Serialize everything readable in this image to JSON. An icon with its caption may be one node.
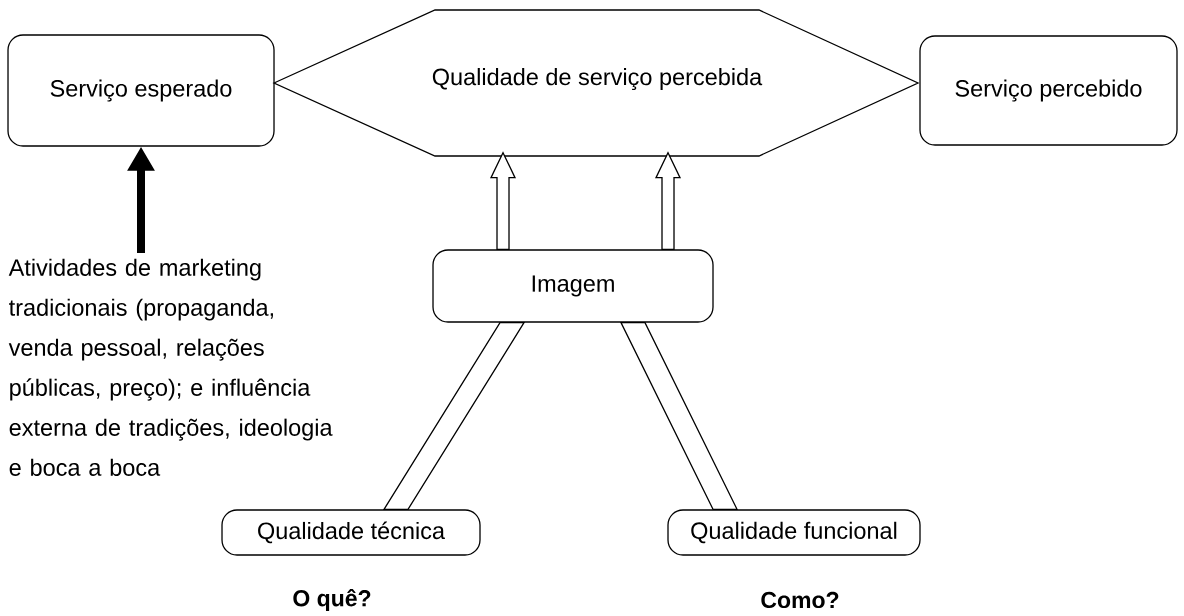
{
  "diagram": {
    "nodes": [
      {
        "text": [
          "Serviço esperado"
        ]
      },
      {
        "text": [
          "Qualidade de serviço percebida"
        ]
      },
      {
        "text": [
          "Serviço percebido"
        ]
      },
      {
        "text": [
          "Atividades de marketing tradicionais (propaganda, venda pessoal, relações públicas, preço); e influência externa de tradições, ideologia e boca a boca"
        ]
      },
      {
        "text": [
          "Imagem"
        ]
      },
      {
        "text": [
          "Qualidade técnica"
        ],
        "beside": [
          "O quê?"
        ]
      },
      {
        "text": [
          "Qualidade funcional"
        ],
        "beside": [
          "Como?"
        ]
      }
    ],
    "edges": [
      {
        "from": 3,
        "to": 0,
        "arrow": "to"
      },
      {
        "from": 4,
        "to": 1,
        "arrow": "to",
        "style": "thick"
      },
      {
        "from": 4,
        "to": 1,
        "arrow": "to",
        "style": "thick"
      },
      {
        "from": 5,
        "to": 4,
        "arrow": "none",
        "style": "thick"
      },
      {
        "from": 6,
        "to": 4,
        "arrow": "none",
        "style": "thick"
      }
    ]
  }
}
